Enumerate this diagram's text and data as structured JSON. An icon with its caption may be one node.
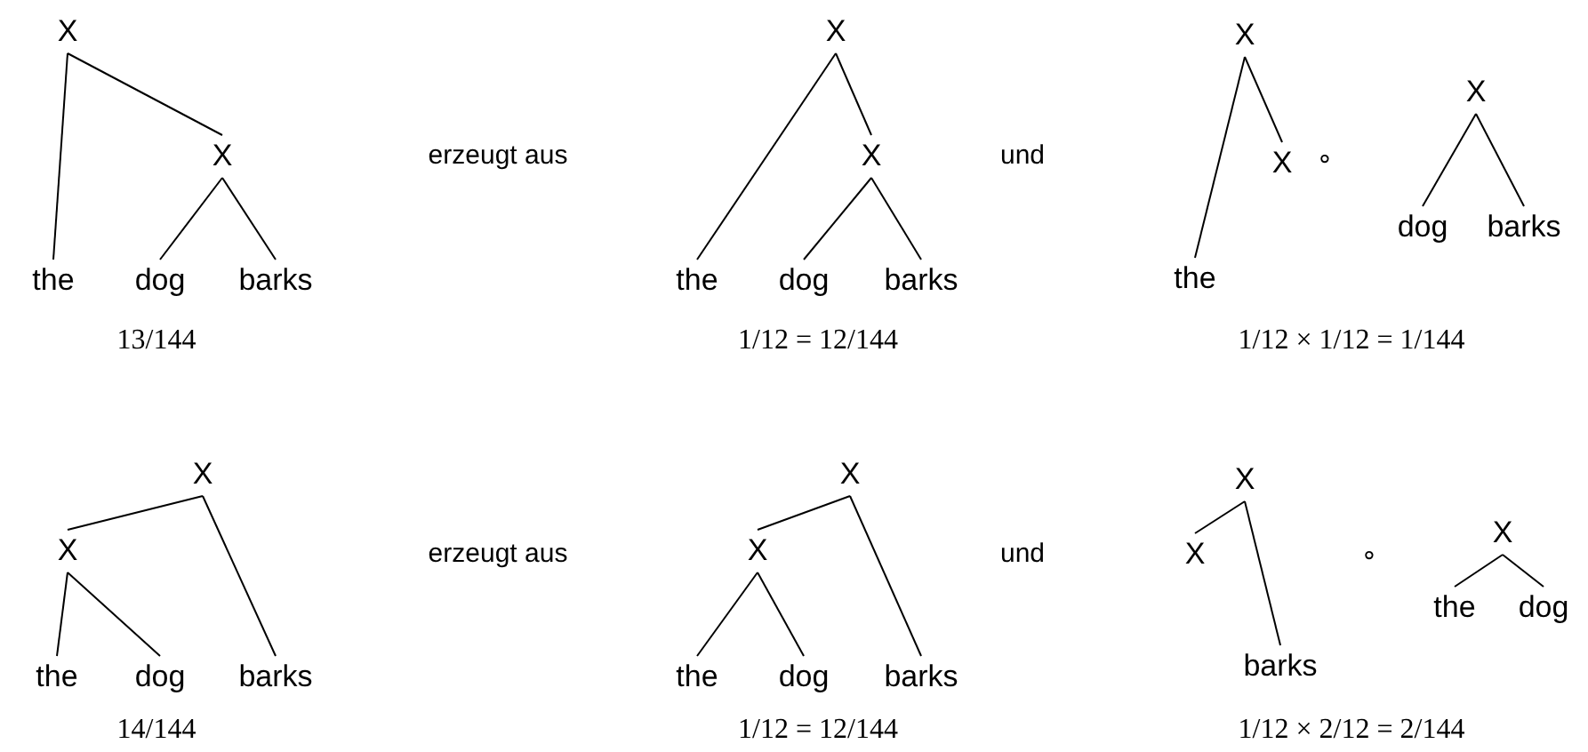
{
  "diagram": {
    "nodes": [
      {
        "text": [
          "X"
        ]
      },
      {
        "text": [
          "X"
        ]
      },
      {
        "text": [
          "the"
        ]
      },
      {
        "text": [
          "dog"
        ]
      },
      {
        "text": [
          "barks"
        ]
      },
      {
        "text": [
          "X"
        ]
      },
      {
        "text": [
          "X"
        ]
      },
      {
        "text": [
          "the"
        ]
      },
      {
        "text": [
          "dog"
        ]
      },
      {
        "text": [
          "barks"
        ]
      },
      {
        "text": [
          "X"
        ]
      },
      {
        "text": [
          "X"
        ]
      },
      {
        "text": [
          "the"
        ]
      },
      {
        "text": [
          "X"
        ]
      },
      {
        "text": [
          "dog"
        ]
      },
      {
        "text": [
          "barks"
        ]
      },
      {
        "text": [
          "X"
        ]
      },
      {
        "text": [
          "X"
        ]
      },
      {
        "text": [
          "the"
        ]
      },
      {
        "text": [
          "dog"
        ]
      },
      {
        "text": [
          "barks"
        ]
      },
      {
        "text": [
          "X"
        ]
      },
      {
        "text": [
          "X"
        ]
      },
      {
        "text": [
          "the"
        ]
      },
      {
        "text": [
          "dog"
        ]
      },
      {
        "text": [
          "barks"
        ]
      },
      {
        "text": [
          "X"
        ]
      },
      {
        "text": [
          "X"
        ]
      },
      {
        "text": [
          "barks"
        ]
      },
      {
        "text": [
          "X"
        ]
      },
      {
        "text": [
          "the"
        ]
      },
      {
        "text": [
          "dog"
        ]
      }
    ],
    "edges": [
      {
        "from": 0,
        "to": 2,
        "arrow": "none"
      },
      {
        "from": 0,
        "to": 1,
        "arrow": "none"
      },
      {
        "from": 1,
        "to": 3,
        "arrow": "none"
      },
      {
        "from": 1,
        "to": 4,
        "arrow": "none"
      },
      {
        "from": 5,
        "to": 7,
        "arrow": "none"
      },
      {
        "from": 5,
        "to": 6,
        "arrow": "none"
      },
      {
        "from": 6,
        "to": 8,
        "arrow": "none"
      },
      {
        "from": 6,
        "to": 9,
        "arrow": "none"
      },
      {
        "from": 10,
        "to": 12,
        "arrow": "none"
      },
      {
        "from": 10,
        "to": 11,
        "arrow": "none"
      },
      {
        "from": 13,
        "to": 14,
        "arrow": "none"
      },
      {
        "from": 13,
        "to": 15,
        "arrow": "none"
      },
      {
        "from": 16,
        "to": 17,
        "arrow": "none"
      },
      {
        "from": 16,
        "to": 20,
        "arrow": "none"
      },
      {
        "from": 17,
        "to": 18,
        "arrow": "none"
      },
      {
        "from": 17,
        "to": 19,
        "arrow": "none"
      },
      {
        "from": 21,
        "to": 22,
        "arrow": "none"
      },
      {
        "from": 21,
        "to": 25,
        "arrow": "none"
      },
      {
        "from": 22,
        "to": 23,
        "arrow": "none"
      },
      {
        "from": 22,
        "to": 24,
        "arrow": "none"
      },
      {
        "from": 26,
        "to": 27,
        "arrow": "none"
      },
      {
        "from": 26,
        "to": 28,
        "arrow": "none"
      },
      {
        "from": 29,
        "to": 30,
        "arrow": "none"
      },
      {
        "from": 29,
        "to": 31,
        "arrow": "none"
      }
    ],
    "labels": [
      "erzeugt aus",
      "und",
      "∘",
      "13/144",
      "1/12 = 12/144",
      "1/12 × 1/12 = 1/144",
      "erzeugt aus",
      "und",
      "∘",
      "14/144",
      "1/12 = 12/144",
      "1/12 × 2/12 = 2/144"
    ]
  }
}
